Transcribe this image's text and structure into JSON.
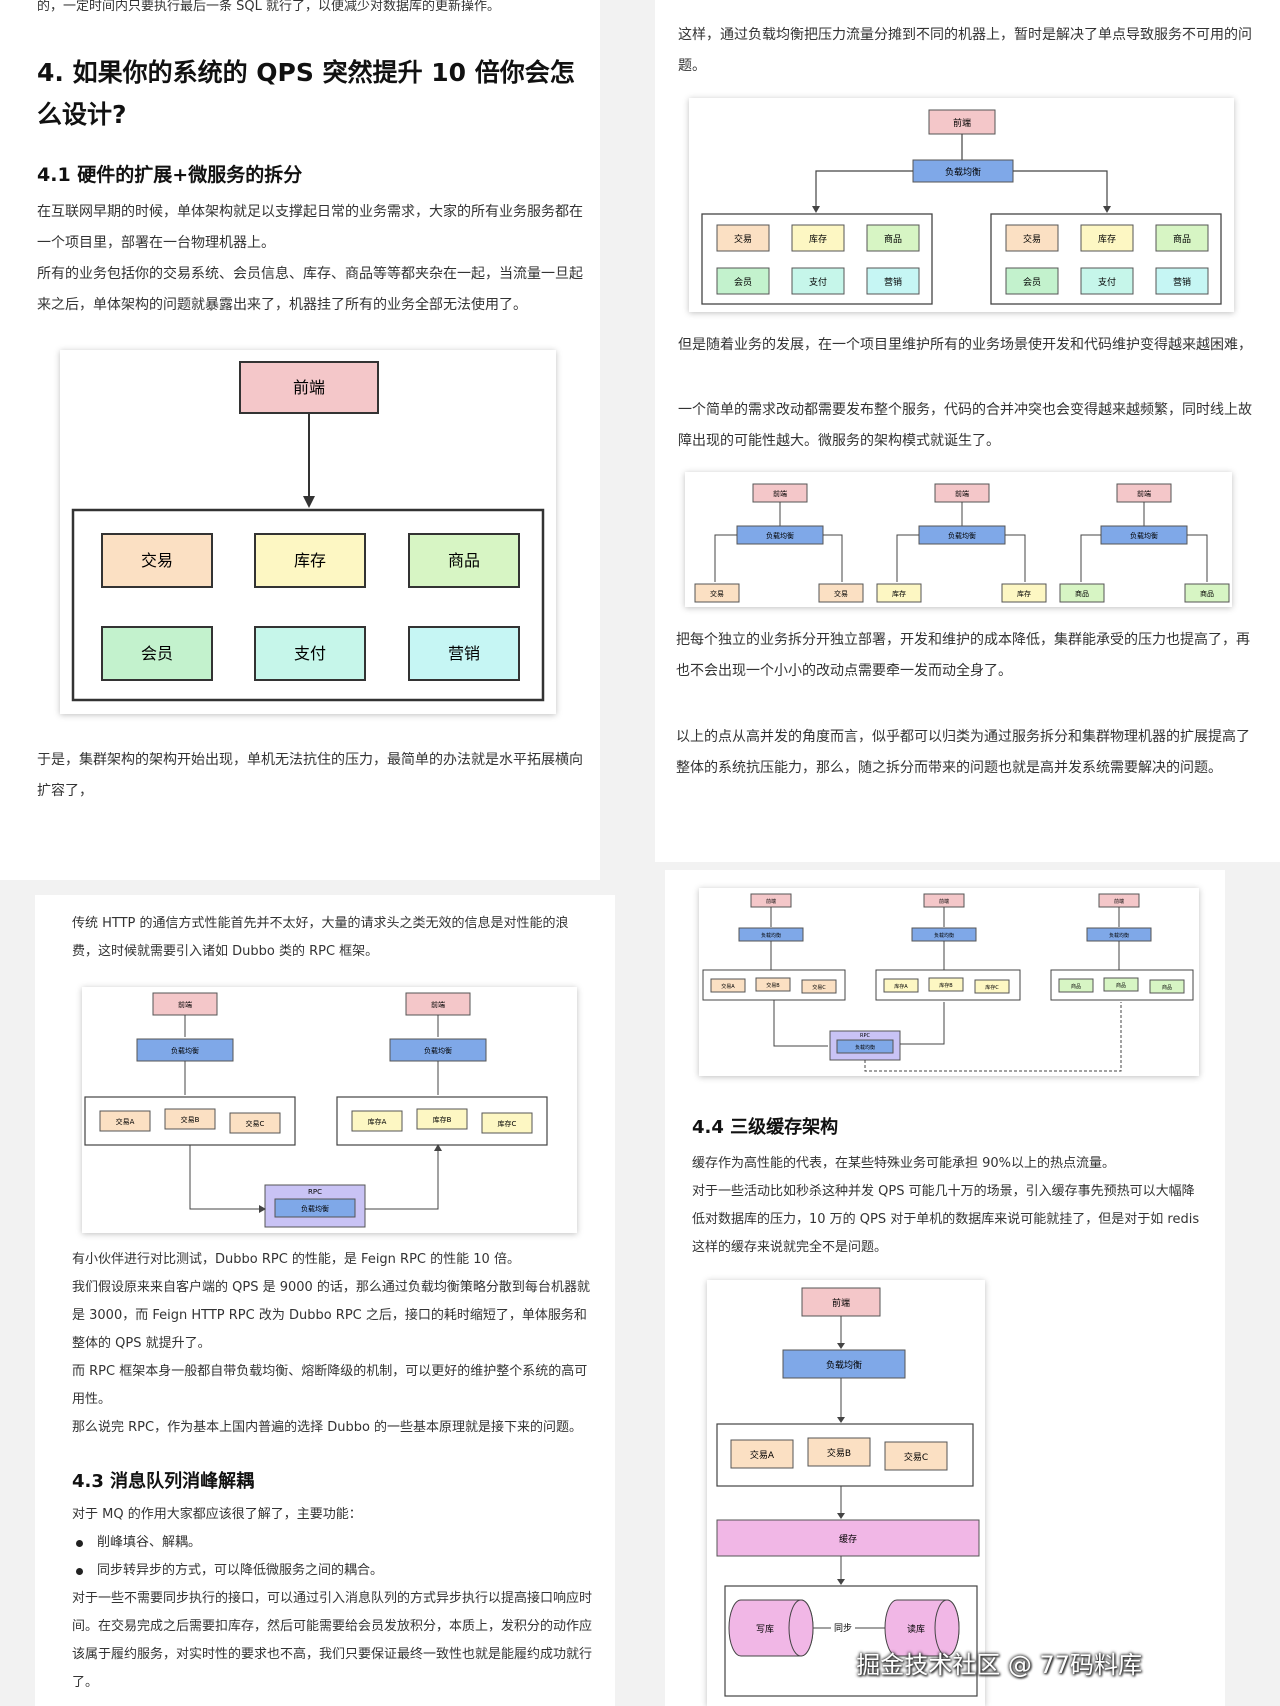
{
  "topleft": {
    "line0": "的，一定时间内只要执行最后一条 SQL 就行了，以便减少对数据库的更新操作。",
    "h2": "4.  如果你的系统的 QPS 突然提升 10 倍你会怎么设计?",
    "h3_41": "4.1  硬件的扩展+微服务的拆分",
    "p1": "在互联网早期的时候，单体架构就足以支撑起日常的业务需求，大家的所有业务服务都在一个项目里，部署在一台物理机器上。",
    "p2": "所有的业务包括你的交易系统、会员信息、库存、商品等等都夹杂在一起，当流量一旦起来之后，单体架构的问题就暴露出来了，机器挂了所有的业务全部无法使用了。",
    "p3": "于是，集群架构的架构开始出现，单机无法抗住的压力，最简单的办法就是水平拓展横向扩容了，"
  },
  "topright": {
    "p1": "这样，通过负载均衡把压力流量分摊到不同的机器上，暂时是解决了单点导致服务不可用的问题。",
    "p2": "但是随着业务的发展，在一个项目里维护所有的业务场景使开发和代码维护变得越来越困难，",
    "p3": "一个简单的需求改动都需要发布整个服务，代码的合并冲突也会变得越来越频繁，同时线上故障出现的可能性越大。微服务的架构模式就诞生了。",
    "p4": "把每个独立的业务拆分开独立部署，开发和维护的成本降低，集群能承受的压力也提高了，再也不会出现一个小小的改动点需要牵一发而动全身了。",
    "p5": "以上的点从高并发的角度而言，似乎都可以归类为通过服务拆分和集群物理机器的扩展提高了整体的系统抗压能力，那么，随之拆分而带来的问题也就是高并发系统需要解决的问题。"
  },
  "botleft": {
    "p1": "传统 HTTP 的通信方式性能首先并不太好，大量的请求头之类无效的信息是对性能的浪费，这时候就需要引入诸如 Dubbo 类的 RPC 框架。",
    "p2": "有小伙伴进行对比测试，Dubbo RPC 的性能，是 Feign RPC 的性能 10 倍。",
    "p3": "我们假设原来来自客户端的 QPS 是 9000 的话，那么通过负载均衡策略分散到每台机器就是 3000，而 Feign HTTP RPC 改为 Dubbo RPC 之后，接口的耗时缩短了，单体服务和整体的 QPS 就提升了。",
    "p4": "而 RPC 框架本身一般都自带负载均衡、熔断降级的机制，可以更好的维护整个系统的高可用性。",
    "p5": "那么说完 RPC，作为基本上国内普遍的选择 Dubbo 的一些基本原理就是接下来的问题。",
    "h3_43": "4.3  消息队列消峰解耦",
    "p6": "对于 MQ 的作用大家都应该很了解了，主要功能：",
    "b1": "削峰填谷、解耦。",
    "b2": "同步转异步的方式，可以降低微服务之间的耦合。",
    "p7": "对于一些不需要同步执行的接口，可以通过引入消息队列的方式异步执行以提高接口响应时间。在交易完成之后需要扣库存，然后可能需要给会员发放积分，本质上，发积分的动作应该属于履约服务，对实时性的要求也不高，我们只要保证最终一致性也就是能履约成功就行了。"
  },
  "botright": {
    "h3_44": "4.4  三级缓存架构",
    "p1": "缓存作为高性能的代表，在某些特殊业务可能承担 90%以上的热点流量。",
    "p2": "对于一些活动比如秒杀这种并发 QPS 可能几十万的场景，引入缓存事先预热可以大幅降低对数据库的压力，10 万的 QPS 对于单机的数据库来说可能就挂了，但是对于如 redis 这样的缓存来说就完全不是问题。"
  },
  "diagrams": {
    "frontend": "前端",
    "lb": "负载均衡",
    "trade": "交易",
    "stock": "库存",
    "goods": "商品",
    "member": "会员",
    "pay": "支付",
    "marketing": "营销",
    "tradeA": "交易A",
    "tradeB": "交易B",
    "tradeC": "交易C",
    "stockA": "库存A",
    "stockB": "库存B",
    "stockC": "库存C",
    "rpc": "RPC",
    "cache": "缓存",
    "write_db": "写库",
    "read_db": "读库",
    "sync": "同步"
  },
  "watermark": "掘金技术社区 @ 77码料库",
  "colors": {
    "pink": "#f4c7c9",
    "blue": "#7fa8e8",
    "orange": "#fbe0c3",
    "yellow": "#fdf7c3",
    "green": "#d7f5c4",
    "lgreen": "#c3f2cd",
    "cyan": "#c6f6f4",
    "lavender": "#c9c3f5",
    "magenta": "#f1b7e6"
  }
}
